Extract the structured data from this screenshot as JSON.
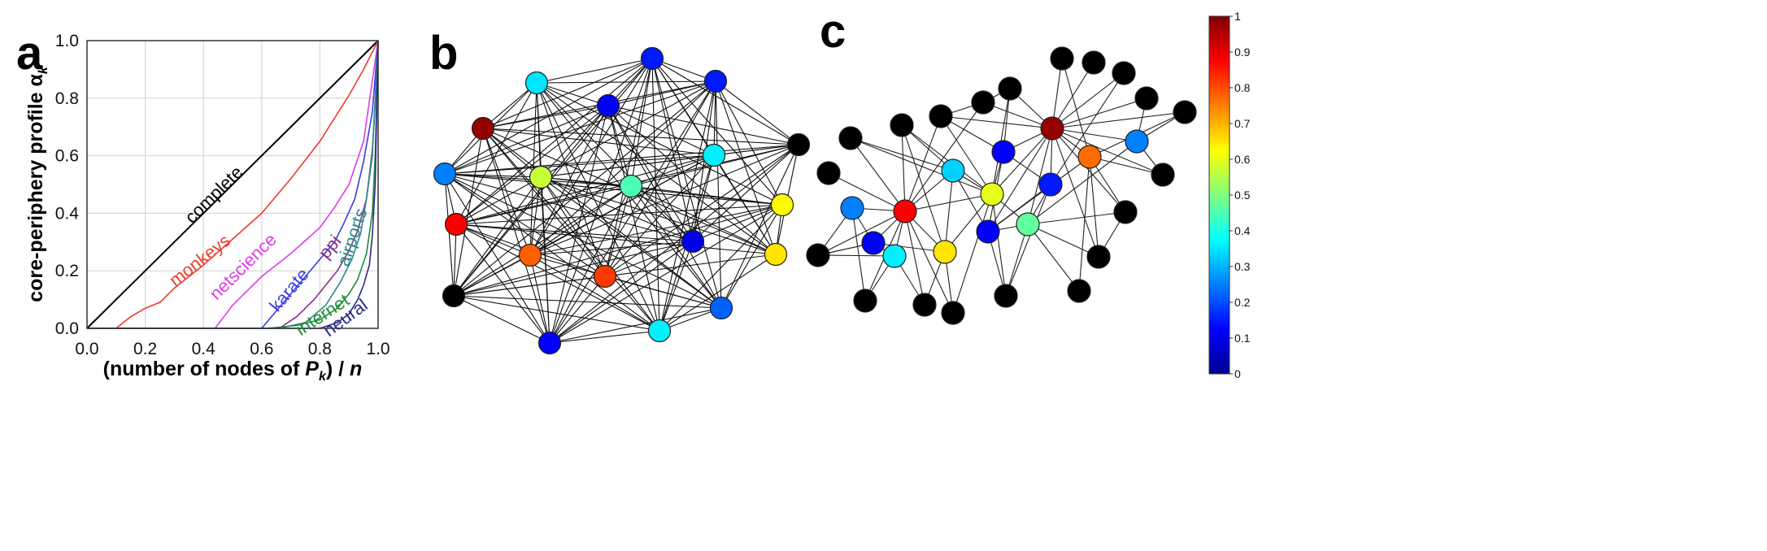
{
  "panels": {
    "a": "a",
    "b": "b",
    "c": "c"
  },
  "chart_data": {
    "type": "line",
    "xlabel_parts": [
      "(number of nodes of ",
      "P",
      "k",
      ") / ",
      "n"
    ],
    "ylabel_parts": [
      "core-periphery profile ",
      "α",
      "k"
    ],
    "xlim": [
      0,
      1
    ],
    "ylim": [
      0,
      1
    ],
    "xticks": [
      "0.0",
      "0.2",
      "0.4",
      "0.6",
      "0.8",
      "1.0"
    ],
    "yticks": [
      "0.0",
      "0.2",
      "0.4",
      "0.6",
      "0.8",
      "1.0"
    ],
    "grid": true,
    "series": [
      {
        "name": "complete",
        "color": "#000000",
        "label_pos": [
          0.45,
          0.45
        ],
        "x": [
          0,
          1
        ],
        "y": [
          0,
          1
        ]
      },
      {
        "name": "monkeys",
        "color": "#ee3b2b",
        "label_pos": [
          0.4,
          0.22
        ],
        "x": [
          0.1,
          0.15,
          0.2,
          0.25,
          0.3,
          0.4,
          0.5,
          0.6,
          0.7,
          0.8,
          0.9,
          0.95,
          1.0
        ],
        "y": [
          0,
          0.04,
          0.07,
          0.09,
          0.14,
          0.22,
          0.31,
          0.4,
          0.52,
          0.65,
          0.81,
          0.9,
          1.0
        ]
      },
      {
        "name": "netscience",
        "color": "#dd3de8",
        "label_pos": [
          0.55,
          0.2
        ],
        "x": [
          0.44,
          0.5,
          0.6,
          0.7,
          0.8,
          0.85,
          0.9,
          0.95,
          1.0
        ],
        "y": [
          0,
          0.08,
          0.18,
          0.26,
          0.35,
          0.42,
          0.5,
          0.65,
          1.0
        ]
      },
      {
        "name": "karate",
        "color": "#3b3be8",
        "label_pos": [
          0.71,
          0.12
        ],
        "x": [
          0.6,
          0.65,
          0.7,
          0.75,
          0.8,
          0.85,
          0.88,
          0.92,
          0.95,
          0.98,
          1.0
        ],
        "y": [
          0,
          0.06,
          0.12,
          0.18,
          0.24,
          0.3,
          0.36,
          0.45,
          0.58,
          0.75,
          1.0
        ]
      },
      {
        "name": "ppi",
        "color": "#8b2a8b",
        "label_pos": [
          0.85,
          0.27
        ],
        "x": [
          0.66,
          0.72,
          0.78,
          0.82,
          0.86,
          0.9,
          0.93,
          0.96,
          0.98,
          1.0
        ],
        "y": [
          0,
          0.04,
          0.1,
          0.15,
          0.2,
          0.27,
          0.34,
          0.45,
          0.6,
          1.0
        ]
      },
      {
        "name": "airports",
        "color": "#2a8b8b",
        "label_pos": [
          0.93,
          0.31
        ],
        "x": [
          0.66,
          0.75,
          0.82,
          0.87,
          0.91,
          0.94,
          0.96,
          0.98,
          0.99,
          1.0
        ],
        "y": [
          0,
          0.02,
          0.08,
          0.16,
          0.24,
          0.33,
          0.45,
          0.62,
          0.78,
          1.0
        ]
      },
      {
        "name": "internet",
        "color": "#1f8b3a",
        "label_pos": [
          0.82,
          0.03
        ],
        "x": [
          0.62,
          0.72,
          0.8,
          0.86,
          0.9,
          0.93,
          0.96,
          0.98,
          0.99,
          1.0
        ],
        "y": [
          0,
          0.01,
          0.03,
          0.07,
          0.12,
          0.17,
          0.26,
          0.4,
          0.6,
          1.0
        ]
      },
      {
        "name": "neural",
        "color": "#2b2b88",
        "label_pos": [
          0.9,
          0.02
        ],
        "x": [
          0.8,
          0.86,
          0.9,
          0.93,
          0.95,
          0.97,
          0.98,
          0.99,
          1.0
        ],
        "y": [
          0,
          0.02,
          0.05,
          0.1,
          0.15,
          0.22,
          0.32,
          0.5,
          1.0
        ]
      }
    ]
  },
  "colorbar": {
    "ticks": [
      "0",
      "0.1",
      "0.2",
      "0.3",
      "0.4",
      "0.5",
      "0.6",
      "0.7",
      "0.8",
      "0.9",
      "1"
    ]
  },
  "network_b": {
    "nodes": [
      {
        "p": [
          802,
          72
        ],
        "c": 0.15
      },
      {
        "p": [
          660,
          102
        ],
        "c": 0.35
      },
      {
        "p": [
          880,
          100
        ],
        "c": 0.15
      },
      {
        "p": [
          748,
          130
        ],
        "c": 0.12
      },
      {
        "p": [
          594,
          158
        ],
        "c": 0.98
      },
      {
        "p": [
          982,
          178
        ],
        "c": -1
      },
      {
        "p": [
          878,
          191
        ],
        "c": 0.36
      },
      {
        "p": [
          547,
          214
        ],
        "c": 0.25
      },
      {
        "p": [
          665,
          218
        ],
        "c": 0.57
      },
      {
        "p": [
          776,
          229
        ],
        "c": 0.45
      },
      {
        "p": [
          962,
          252
        ],
        "c": 0.63
      },
      {
        "p": [
          561,
          276
        ],
        "c": 0.88
      },
      {
        "p": [
          852,
          297
        ],
        "c": 0.1
      },
      {
        "p": [
          652,
          314
        ],
        "c": 0.78
      },
      {
        "p": [
          954,
          313
        ],
        "c": 0.65
      },
      {
        "p": [
          744,
          340
        ],
        "c": 0.82
      },
      {
        "p": [
          558,
          364
        ],
        "c": -1
      },
      {
        "p": [
          887,
          379
        ],
        "c": 0.22
      },
      {
        "p": [
          811,
          407
        ],
        "c": 0.36
      },
      {
        "p": [
          676,
          422
        ],
        "c": 0.12
      }
    ]
  },
  "network_c": {
    "nodes": [
      {
        "p": [
          1306,
          72
        ],
        "c": -1
      },
      {
        "p": [
          1345,
          77
        ],
        "c": -1
      },
      {
        "p": [
          1382,
          90
        ],
        "c": -1
      },
      {
        "p": [
          1242,
          109
        ],
        "c": -1
      },
      {
        "p": [
          1410,
          121
        ],
        "c": -1
      },
      {
        "p": [
          1209,
          126
        ],
        "c": -1
      },
      {
        "p": [
          1457,
          138
        ],
        "c": -1
      },
      {
        "p": [
          1157,
          143
        ],
        "c": -1
      },
      {
        "p": [
          1294,
          158
        ],
        "c": 0.98
      },
      {
        "p": [
          1109,
          154
        ],
        "c": -1
      },
      {
        "p": [
          1046,
          170
        ],
        "c": -1
      },
      {
        "p": [
          1398,
          174
        ],
        "c": 0.25
      },
      {
        "p": [
          1234,
          187
        ],
        "c": 0.12
      },
      {
        "p": [
          1340,
          193
        ],
        "c": 0.77
      },
      {
        "p": [
          1019,
          213
        ],
        "c": -1
      },
      {
        "p": [
          1172,
          210
        ],
        "c": 0.33
      },
      {
        "p": [
          1430,
          215
        ],
        "c": -1
      },
      {
        "p": [
          1292,
          227
        ],
        "c": 0.15
      },
      {
        "p": [
          1220,
          239
        ],
        "c": 0.6
      },
      {
        "p": [
          1048,
          256
        ],
        "c": 0.25
      },
      {
        "p": [
          1113,
          260
        ],
        "c": 0.88
      },
      {
        "p": [
          1384,
          261
        ],
        "c": -1
      },
      {
        "p": [
          1264,
          276
        ],
        "c": 0.47
      },
      {
        "p": [
          1215,
          285
        ],
        "c": 0.12
      },
      {
        "p": [
          1074,
          299
        ],
        "c": 0.12
      },
      {
        "p": [
          1162,
          310
        ],
        "c": 0.65
      },
      {
        "p": [
          1006,
          314
        ],
        "c": -1
      },
      {
        "p": [
          1100,
          315
        ],
        "c": 0.36
      },
      {
        "p": [
          1351,
          316
        ],
        "c": -1
      },
      {
        "p": [
          1327,
          358
        ],
        "c": -1
      },
      {
        "p": [
          1237,
          364
        ],
        "c": -1
      },
      {
        "p": [
          1064,
          370
        ],
        "c": -1
      },
      {
        "p": [
          1137,
          375
        ],
        "c": -1
      },
      {
        "p": [
          1172,
          385
        ],
        "c": -1
      }
    ],
    "edges": [
      [
        20,
        19
      ],
      [
        20,
        24
      ],
      [
        20,
        27
      ],
      [
        20,
        26
      ],
      [
        20,
        14
      ],
      [
        20,
        10
      ],
      [
        20,
        9
      ],
      [
        20,
        31
      ],
      [
        20,
        32
      ],
      [
        20,
        15
      ],
      [
        20,
        18
      ],
      [
        20,
        25
      ],
      [
        20,
        7
      ],
      [
        20,
        33
      ],
      [
        20,
        5
      ],
      [
        8,
        0
      ],
      [
        8,
        1
      ],
      [
        8,
        2
      ],
      [
        8,
        3
      ],
      [
        8,
        4
      ],
      [
        8,
        5
      ],
      [
        8,
        6
      ],
      [
        8,
        11
      ],
      [
        8,
        13
      ],
      [
        8,
        16
      ],
      [
        8,
        17
      ],
      [
        8,
        12
      ],
      [
        8,
        18
      ],
      [
        8,
        22
      ],
      [
        8,
        7
      ],
      [
        8,
        21
      ],
      [
        8,
        28
      ],
      [
        8,
        23
      ],
      [
        18,
        25
      ],
      [
        18,
        15
      ],
      [
        18,
        12
      ],
      [
        18,
        10
      ],
      [
        18,
        9
      ],
      [
        18,
        30
      ],
      [
        18,
        3
      ],
      [
        18,
        7
      ],
      [
        18,
        33
      ],
      [
        25,
        24
      ],
      [
        25,
        32
      ],
      [
        25,
        33
      ],
      [
        25,
        9
      ],
      [
        25,
        15
      ],
      [
        24,
        19
      ],
      [
        24,
        27
      ],
      [
        24,
        26
      ],
      [
        27,
        31
      ],
      [
        27,
        26
      ],
      [
        19,
        26
      ],
      [
        26,
        24
      ],
      [
        22,
        23
      ],
      [
        22,
        28
      ],
      [
        22,
        29
      ],
      [
        22,
        21
      ],
      [
        22,
        30
      ],
      [
        22,
        18
      ],
      [
        22,
        17
      ],
      [
        22,
        11
      ],
      [
        13,
        21
      ],
      [
        13,
        16
      ],
      [
        13,
        6
      ],
      [
        13,
        23
      ],
      [
        13,
        29
      ],
      [
        13,
        28
      ],
      [
        13,
        0
      ],
      [
        17,
        30
      ],
      [
        17,
        12
      ],
      [
        17,
        2
      ],
      [
        17,
        23
      ],
      [
        23,
        15
      ],
      [
        23,
        30
      ],
      [
        23,
        12
      ],
      [
        12,
        7
      ],
      [
        12,
        3
      ],
      [
        15,
        9
      ],
      [
        15,
        10
      ],
      [
        11,
        4
      ],
      [
        11,
        16
      ],
      [
        11,
        6
      ],
      [
        21,
        28
      ],
      [
        5,
        3
      ],
      [
        5,
        7
      ],
      [
        31,
        19
      ],
      [
        32,
        27
      ]
    ]
  }
}
